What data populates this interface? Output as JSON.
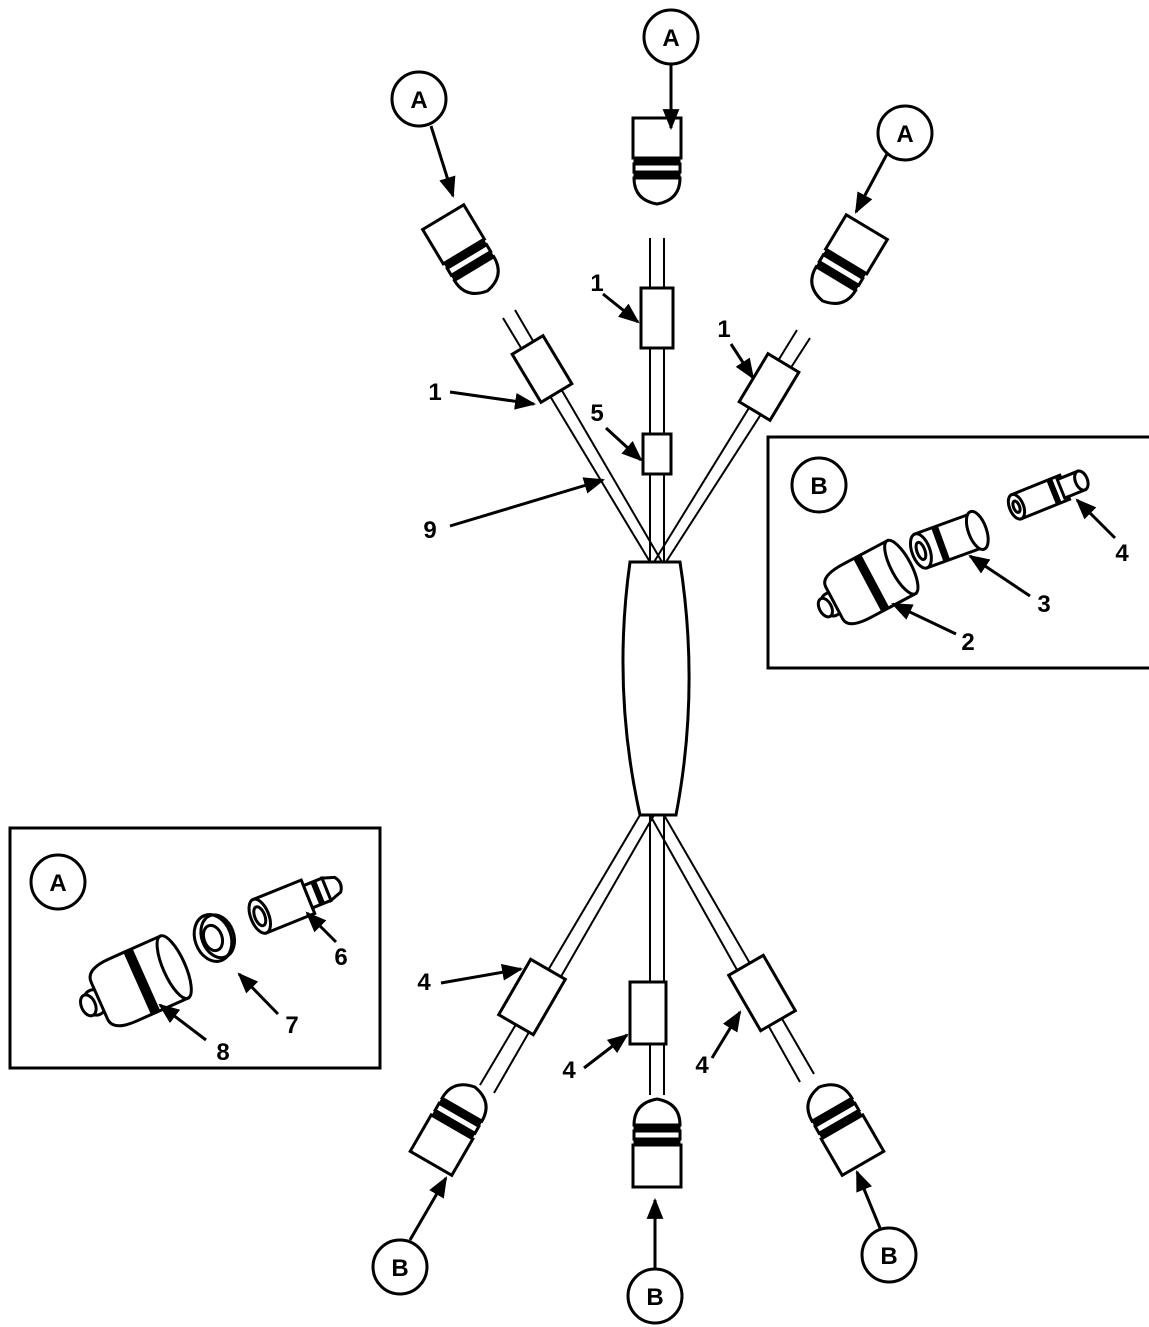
{
  "callouts": {
    "view_a": "A",
    "view_b": "B",
    "item_1": "1",
    "item_2": "2",
    "item_3": "3",
    "item_4": "4",
    "item_5": "5",
    "item_6": "6",
    "item_7": "7",
    "item_8": "8",
    "item_9": "9"
  }
}
